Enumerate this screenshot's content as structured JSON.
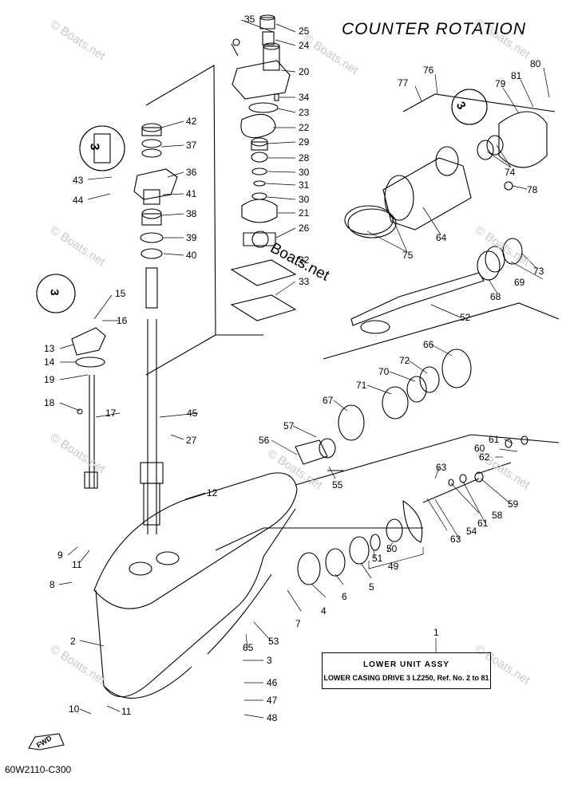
{
  "header": {
    "title": "COUNTER ROTATION"
  },
  "footer": {
    "code": "60W2110-C300"
  },
  "note": {
    "ref_number": "1",
    "line1": "LOWER UNIT ASSY",
    "line2": "LOWER CASING DRIVE 3 LZ250, Ref. No. 2 to 81"
  },
  "forward_marker": {
    "text": "FWD"
  },
  "watermark": {
    "text": "© Boats.net"
  },
  "overlay": {
    "text": "Boats.net"
  },
  "circle_badges": {
    "badge_a": "3",
    "badge_b": "3",
    "badge_c": "3"
  },
  "part_numbers": {
    "p35": "35",
    "p25": "25",
    "p24": "24",
    "p20": "20",
    "p34": "34",
    "p23": "23",
    "p22": "22",
    "p29": "29",
    "p28": "28",
    "p30a": "30",
    "p31": "31",
    "p30b": "30",
    "p21": "21",
    "p26": "26",
    "p32": "32",
    "p33": "33",
    "p42": "42",
    "p37": "37",
    "p36": "36",
    "p43": "43",
    "p44": "44",
    "p41": "41",
    "p38": "38",
    "p39": "39",
    "p40": "40",
    "p15": "15",
    "p16": "16",
    "p13": "13",
    "p14": "14",
    "p19": "19",
    "p18": "18",
    "p17": "17",
    "p45": "45",
    "p27": "27",
    "p12": "12",
    "p9": "9",
    "p11a": "11",
    "p8": "8",
    "p2": "2",
    "p10": "10",
    "p11b": "11",
    "p76": "76",
    "p80": "80",
    "p77": "77",
    "p81": "81",
    "p79": "79",
    "p74": "74",
    "p78": "78",
    "p64": "64",
    "p75": "75",
    "p73": "73",
    "p69": "69",
    "p68": "68",
    "p52": "52",
    "p66": "66",
    "p72": "72",
    "p70": "70",
    "p71": "71",
    "p67": "67",
    "p57": "57",
    "p56": "56",
    "p55": "55",
    "p61a": "61",
    "p60": "60",
    "p62": "62",
    "p63a": "63",
    "p59": "59",
    "p58": "58",
    "p61b": "61",
    "p54": "54",
    "p63b": "63",
    "p50": "50",
    "p51": "51",
    "p49": "49",
    "p5": "5",
    "p6": "6",
    "p4": "4",
    "p7": "7",
    "p53": "53",
    "p65": "65",
    "p3": "3",
    "p46": "46",
    "p47": "47",
    "p48": "48"
  }
}
